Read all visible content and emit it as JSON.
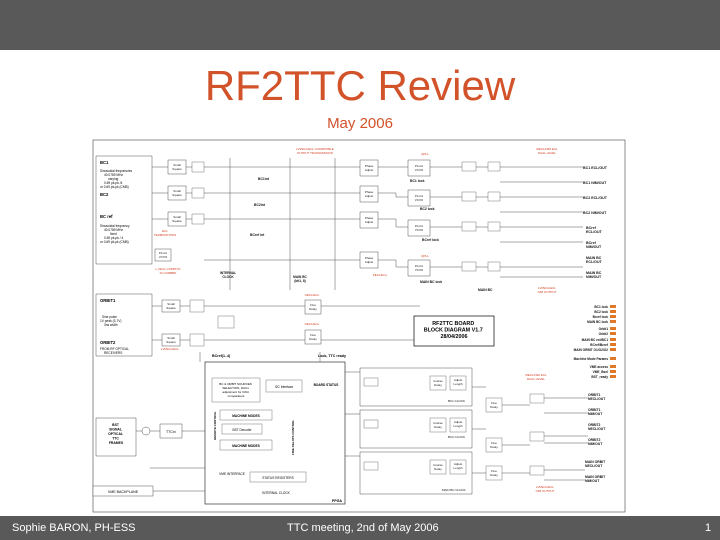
{
  "slide": {
    "title": "RF2TTC Review",
    "subtitle": "May 2006",
    "footer_left": "Sophie BARON, PH-ESS",
    "footer_center": "TTC meeting, 2nd of May 2006",
    "footer_page": "1"
  },
  "colors": {
    "title": "#d2522a",
    "bars": "#595959",
    "accent_red": "#d23c1e",
    "wire": "#555555"
  },
  "diagram": {
    "inputs": {
      "bc1": "BC1",
      "bc1_desc": "Sinusoidal frequencies 40.0789 MHz varying 0.69 pk-pk /4 or 0.69 pk-pk (CMB)",
      "bc2": "BC2",
      "bc_ref": "BC ref",
      "bc_ref_desc": "Sinusoidal frequency 40.0789 MHz fixed 0.69 pk-pk / 4 or 0.69 pk-pk (CMB)",
      "orbit1": "ORBIT1",
      "orbit_desc": "Sine pulse 1V peak (3-7V) 3ns width",
      "orbit2": "ORBIT2",
      "orbit2_desc": "FROM RF OPTICAL RECEIVERS",
      "ttc_frames": "BST SIGNAL OPTICAL TTC FRAMES",
      "vme_backplane": "VME BACKPLANE"
    },
    "blocks": {
      "pll_title": "PLL",
      "phase_adjust": "Phase Adjust",
      "pll_qpll": "PLL/A VCXO",
      "bc1_lock": "BC1 lock",
      "bc2_lock": "BC2 lock",
      "bcref_lock": "BCref lock",
      "main_bc": "MAIN BC",
      "main_bc_lock": "MAIN BC lock",
      "bc1_int": "BC1int",
      "bc2_int": "BC2int",
      "bcref_int": "BCref int",
      "internal_clock": "INTERNAL CLOCK",
      "shaper": "Shaper",
      "board_title": "RF2TTC BOARD BLOCK DIAGRAM V1.7 28/04/2006",
      "fine_delay": "Fine Delay",
      "coarse_delay": "Coarse Delay",
      "adjust_length": "Adjust Length",
      "ttcrx": "TTCrx",
      "bc_orbit_sources": "BC & ORBIT SOURCES SELECTION, DACs adjustment for Orbit comparators",
      "i2c_interface": "I2C Interface",
      "board_status": "BOARD STATUS",
      "machine_modes": "MACHINE MODES",
      "bst_decoder": "BST Decoder",
      "remote_control": "REMOTE CONTROL",
      "fine_delay_control": "FINE DELAYS CONTROL",
      "vme_interface": "VME INTERFACE",
      "status_registers": "STATUS REGISTERS",
      "fpga": "FPGA",
      "lock_ttc_ready": "Lock, TTC ready",
      "bcref_bus": "BCref(1..4)",
      "bc1_clock": "BC1 CLOCK",
      "bc2_clock": "BC2 CLOCK",
      "main_bc_clock": "MAIN BC CLOCK",
      "internal_clock_bottom": "INTERNAL CLOCK"
    },
    "outputs": {
      "bc1_ecl": "BC1 ECL/OUT",
      "bc1_nim": "BC1 NIM/OUT",
      "bc2_ecl": "BC2 ECL/OUT",
      "bc2_nim": "BC2 NIM/OUT",
      "bcref_ecl": "BCref ECL/OUT",
      "bcref_nim": "BCref NIM/OUT",
      "main_bc_ecl": "MAIN BC ECL/OUT",
      "main_bc_nim": "MAIN BC NIM/OUT",
      "locks": "BC1 lock / BC2 lock / BCref lock / MAIN BC lock",
      "orbits": "Orbit1 / Orbit2",
      "main_bc_status": "MAIN BC ext/BC1 / BCref/Bcref / MAIN ORBIT O1/O2/O2",
      "machine_mode_params": "Machine Mode Params",
      "vme_access": "VME access VME_Bsel BST_ready",
      "orbit1_out": "ORBIT1 NECL/OUT",
      "orbit1_nim": "ORBIT1 NIM/OUT",
      "orbit2_out": "ORBIT2 NECL/OUT",
      "orbit2_nim": "ORBIT2 NIM/OUT",
      "main_orbit_out": "MAIN ORBIT NECL/OUT",
      "main_orbit_nim": "MAIN ORBIT NIM/OUT"
    }
  }
}
